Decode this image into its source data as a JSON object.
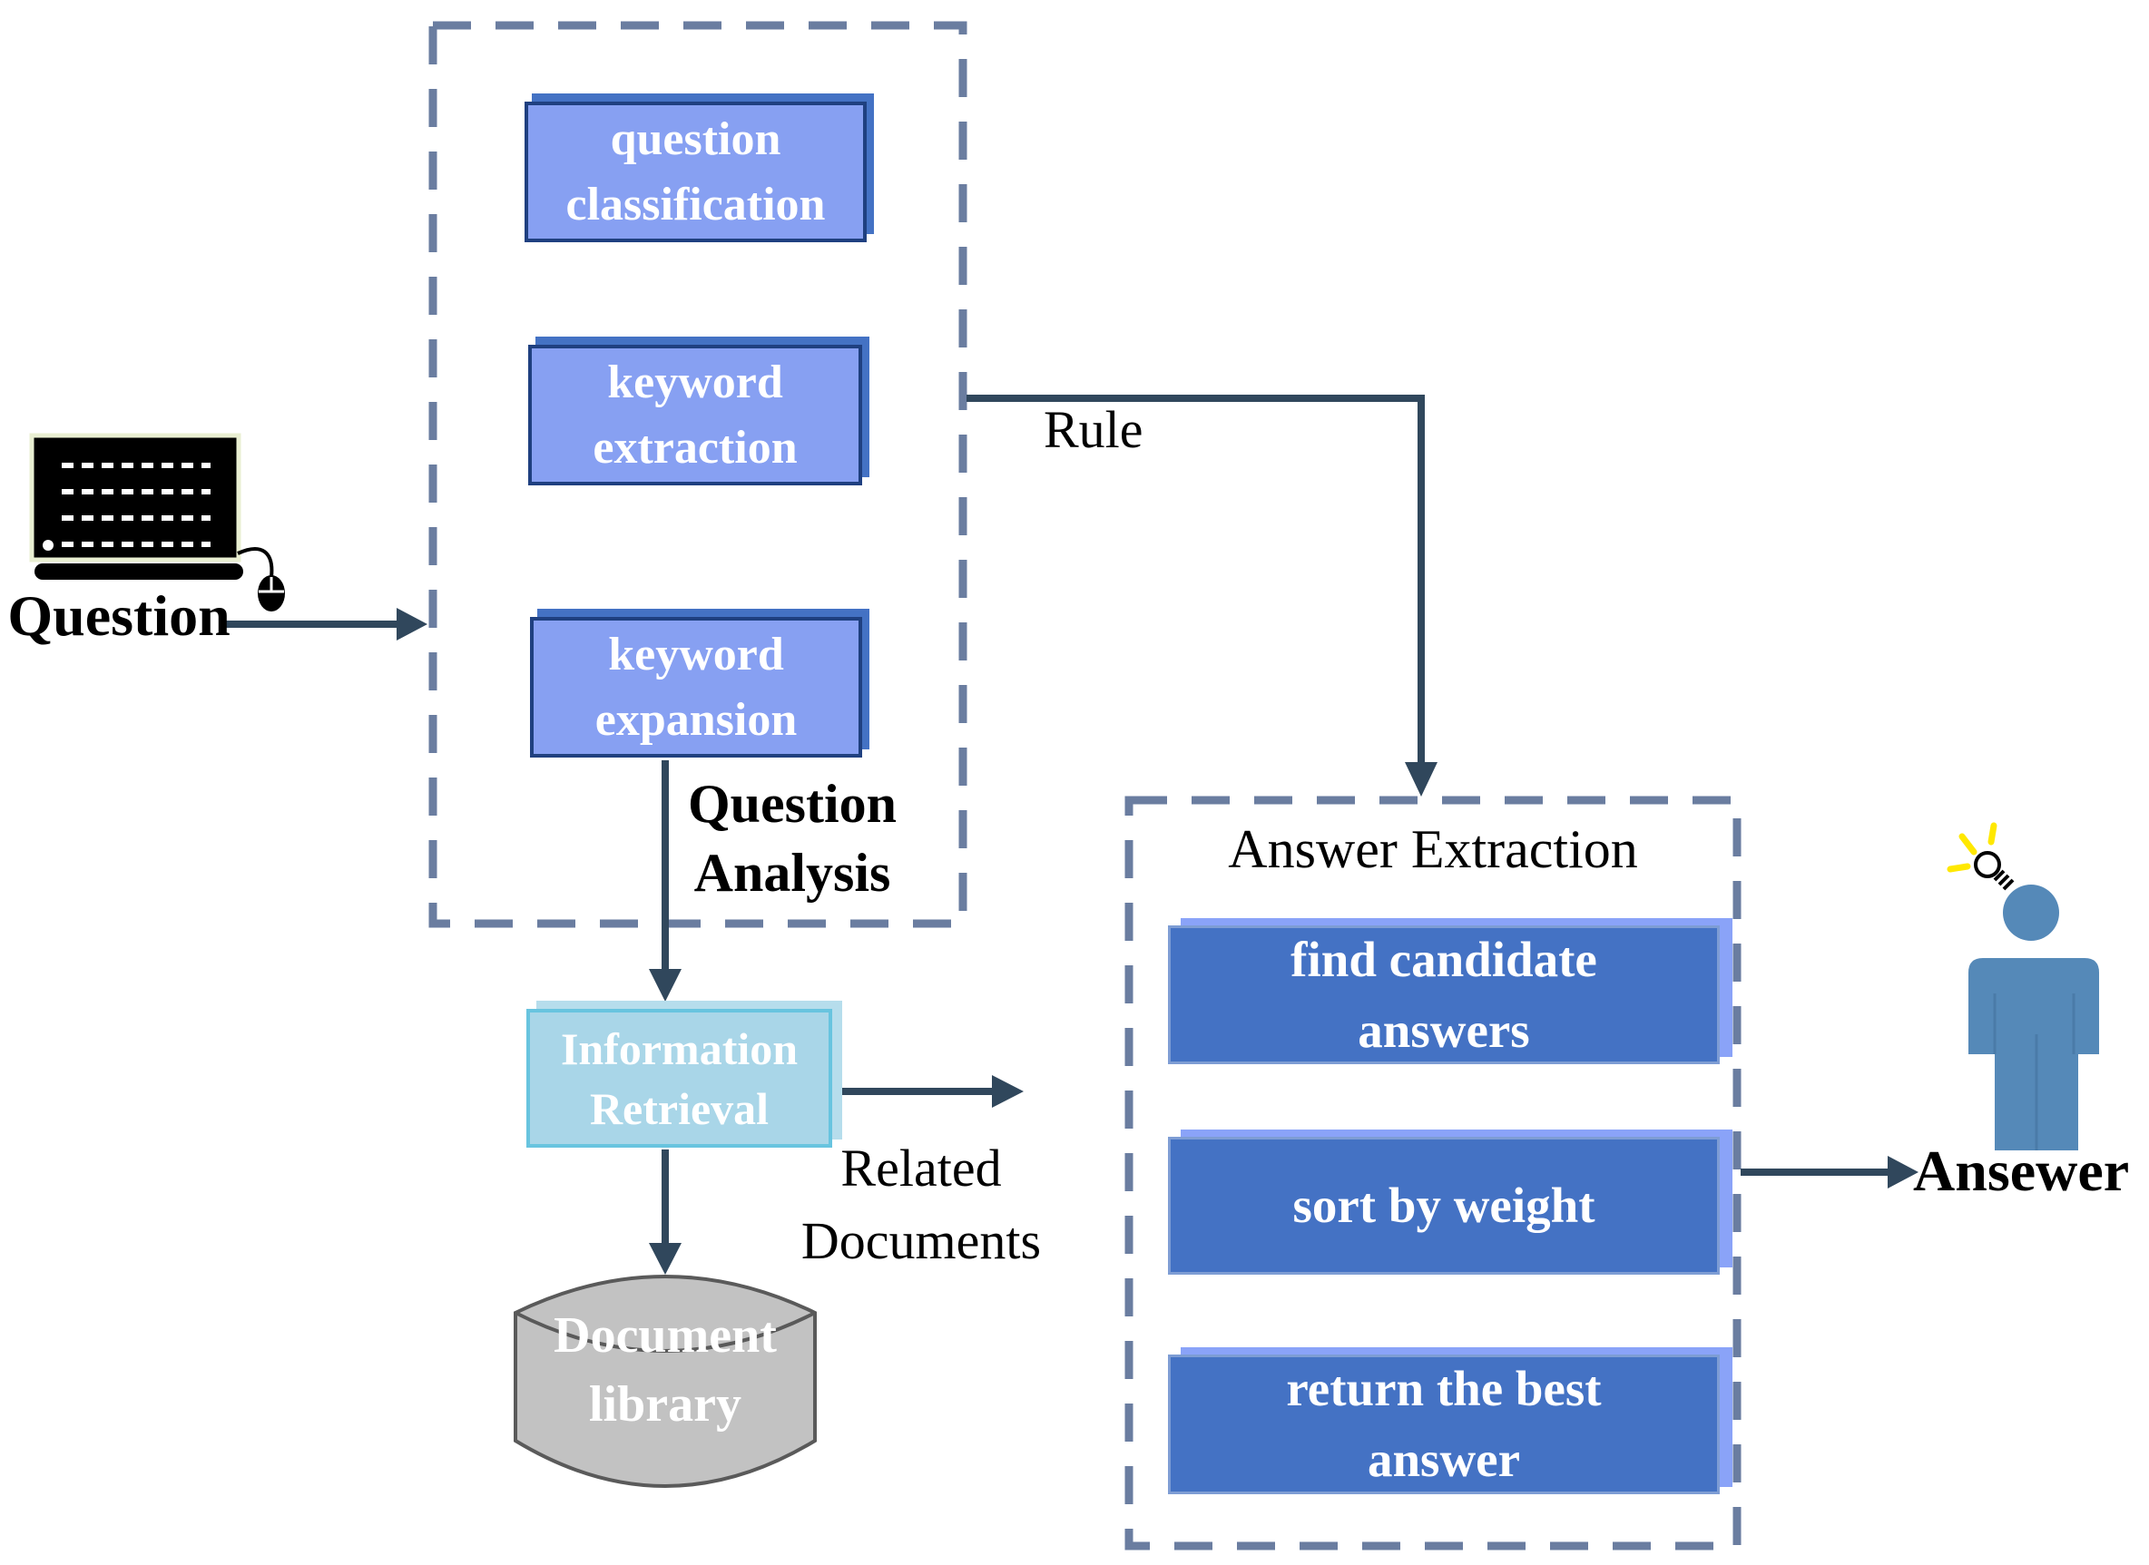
{
  "labels": {
    "question": "Question",
    "rule": "Rule",
    "related_line1": "Related",
    "related_line2": "Documents",
    "answer": "Ansewer",
    "question_analysis_line1": "Question",
    "question_analysis_line2": "Analysis",
    "answer_extraction_title": "Answer Extraction"
  },
  "question_analysis": {
    "boxes": [
      {
        "line1": "question",
        "line2": "classification"
      },
      {
        "line1": "keyword",
        "line2": "extraction"
      },
      {
        "line1": "keyword",
        "line2": "expansion"
      }
    ]
  },
  "information_retrieval": {
    "line1": "Information",
    "line2": "Retrieval"
  },
  "document_library": {
    "line1": "Document",
    "line2": "library"
  },
  "answer_extraction": {
    "boxes": [
      {
        "line1": "find candidate",
        "line2": "answers"
      },
      {
        "line1": "sort by weight",
        "line2": ""
      },
      {
        "line1": "return the best",
        "line2": "answer"
      }
    ]
  },
  "colors": {
    "qa_box_fill": "#87A0F2",
    "qa_box_border": "#1F4080",
    "qa_box_shadow": "#4472C4",
    "ae_box_fill": "#4472C4",
    "ae_box_shadow": "#8AA3F8",
    "ir_box_fill": "#A9D6E8",
    "ir_box_border": "#68C4DF",
    "dashed_border": "#6A7DA0",
    "arrow": "#30475C",
    "cylinder_fill": "#C2C2C2",
    "cylinder_stroke": "#5A5A5A",
    "person": "#5589B8",
    "lightbulb_rays": "#FFE800",
    "computer_screen_border": "#E9EFD2"
  }
}
